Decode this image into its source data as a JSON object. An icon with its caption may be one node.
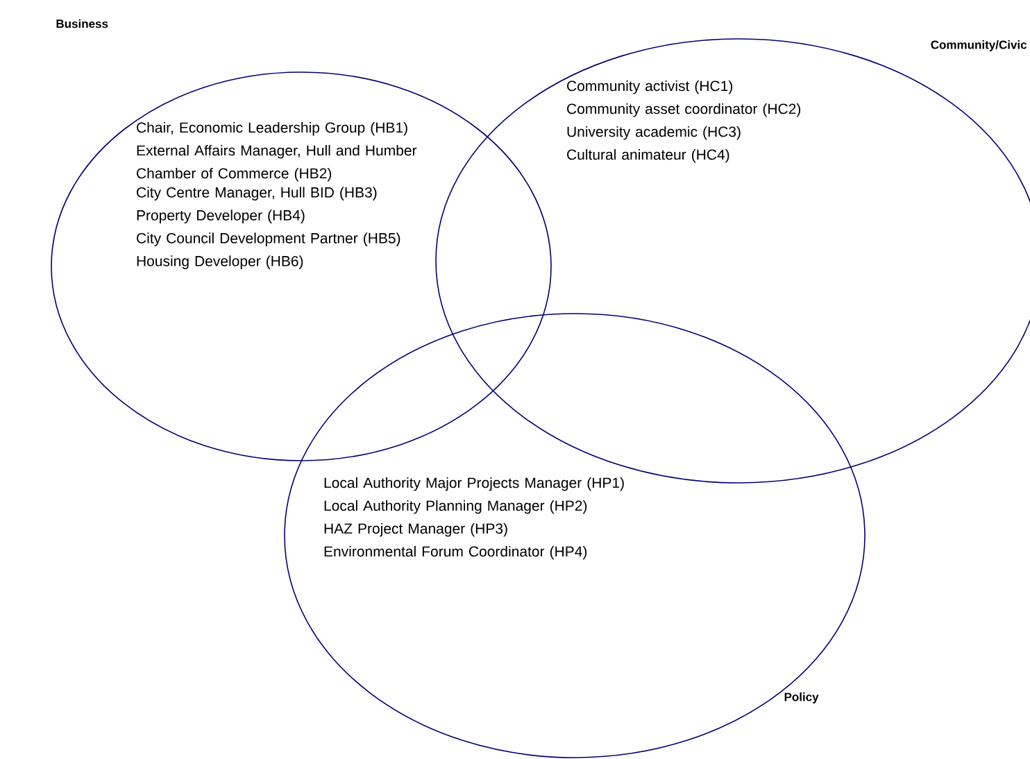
{
  "diagram": {
    "nodes": [
      {
        "text": [
          "Business",
          "Chair, Economic Leadership Group (HB1)",
          "External Affairs Manager, Hull and Humber Chamber of Commerce (HB2)",
          "City Centre Manager, Hull BID (HB3)",
          "Property Developer (HB4)",
          "City Council Development Partner (HB5)",
          "Housing Developer (HB6)"
        ]
      },
      {
        "text": [
          "Community/Civic",
          "Community activist (HC1)",
          "Community asset coordinator (HC2)",
          "University academic (HC3)",
          "Cultural animateur (HC4)"
        ]
      },
      {
        "text": [
          "Policy",
          "Local Authority Major Projects Manager (HP1)",
          "Local Authority Planning Manager (HP2)",
          "HAZ Project Manager (HP3)",
          "Environmental Forum Coordinator (HP4)"
        ]
      }
    ]
  }
}
